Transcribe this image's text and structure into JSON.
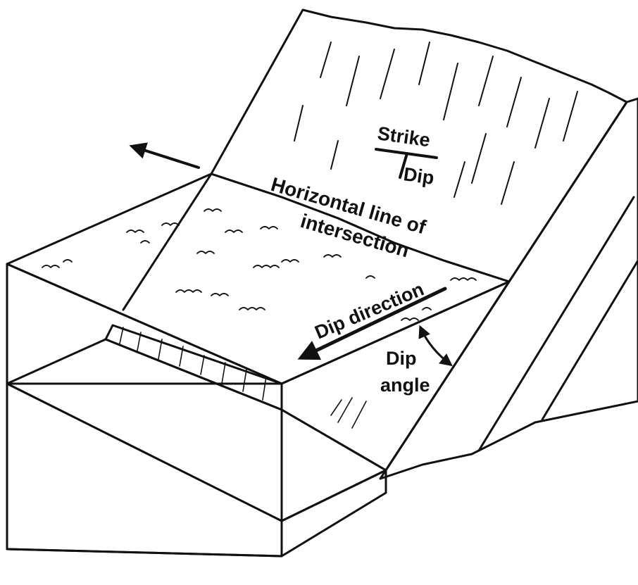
{
  "diagram": {
    "labels": {
      "strike": "Strike",
      "dip_symbol": "Dip",
      "horizontal_line": "Horizontal line of",
      "intersection": "intersection",
      "dip_direction": "Dip direction",
      "dip_angle_line1": "Dip",
      "dip_angle_line2": "angle"
    },
    "colors": {
      "ink": "#111111",
      "paper": "#ffffff",
      "stipple": "#8a8a8a"
    }
  }
}
